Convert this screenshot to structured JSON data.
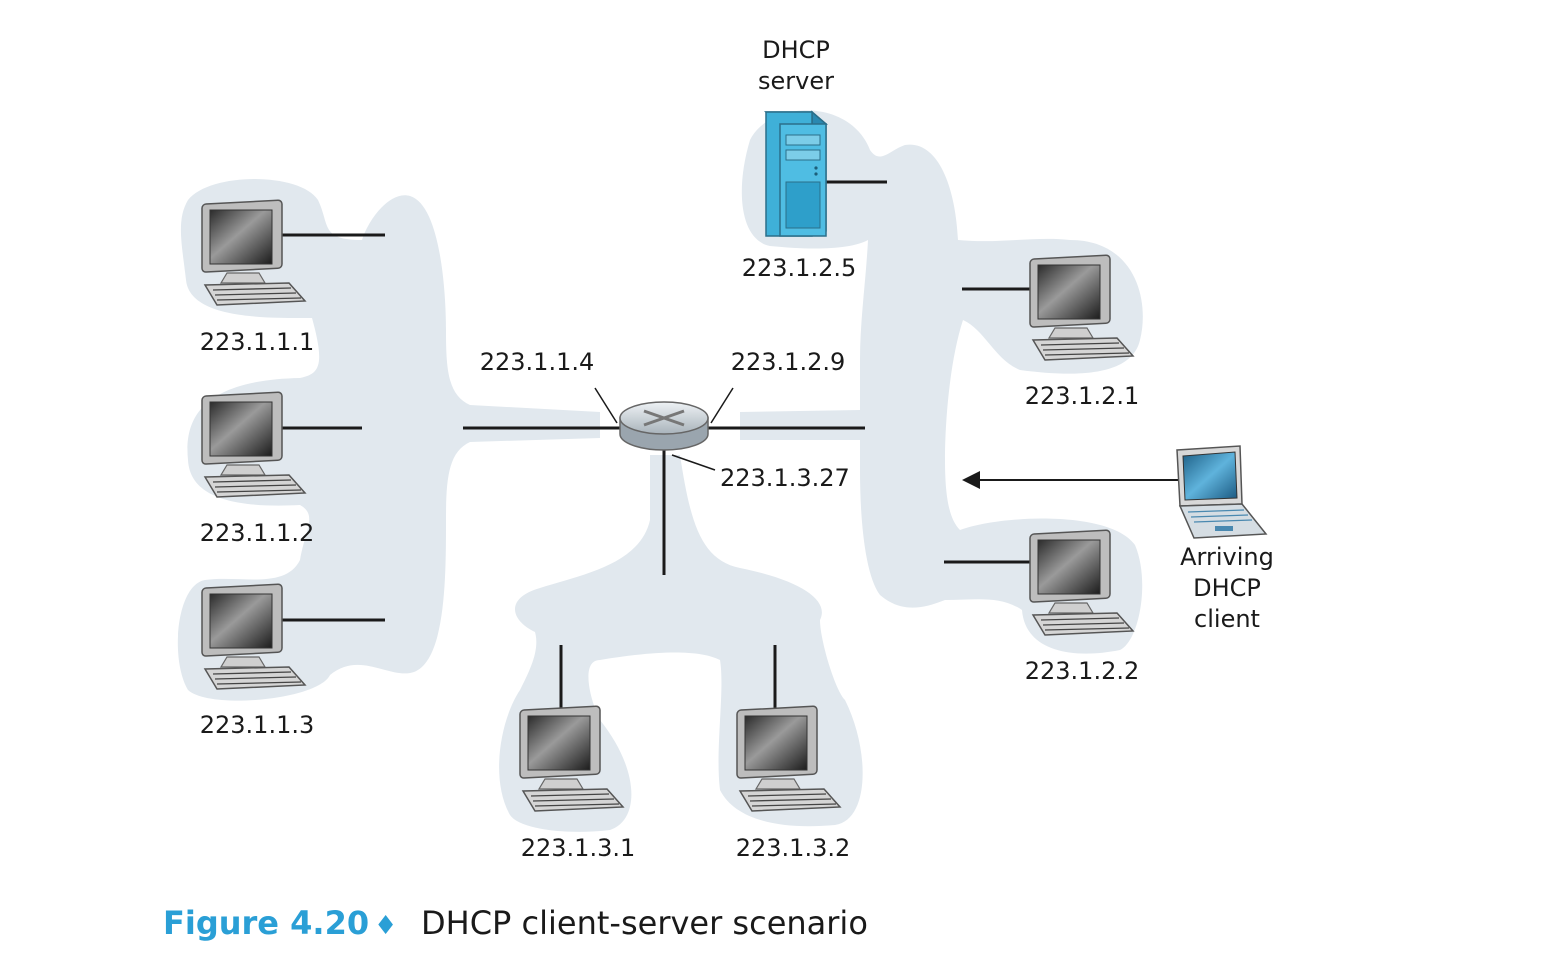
{
  "figure": {
    "number": "Figure 4.20",
    "separator": "♦",
    "caption": "DHCP client-server scenario"
  },
  "server": {
    "label_line1": "DHCP",
    "label_line2": "server",
    "ip": "223.1.2.5"
  },
  "router": {
    "if_left": "223.1.1.4",
    "if_right": "223.1.2.9",
    "if_bottom": "223.1.3.27"
  },
  "hosts": {
    "h111": "223.1.1.1",
    "h112": "223.1.1.2",
    "h113": "223.1.1.3",
    "h121": "223.1.2.1",
    "h122": "223.1.2.2",
    "h131": "223.1.3.1",
    "h132": "223.1.3.2"
  },
  "client": {
    "line1": "Arriving",
    "line2": "DHCP",
    "line3": "client"
  },
  "colors": {
    "network_cloud": "#e1e8ee",
    "server_blue": "#3fb0d8",
    "caption_accent": "#2a9fd6"
  }
}
